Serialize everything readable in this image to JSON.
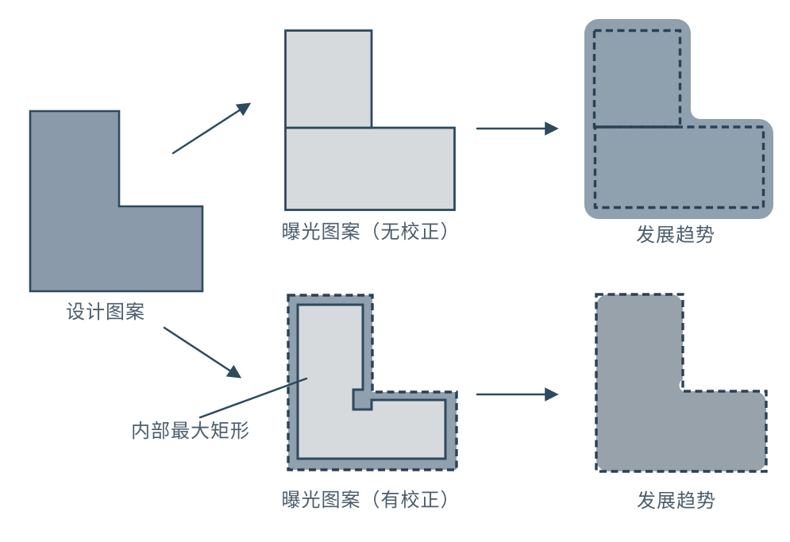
{
  "diagram": {
    "labels": {
      "design_pattern": "设计图案",
      "exposure_no_correction": "曝光图案（无校正）",
      "trend_top": "发展趋势",
      "inner_max_rectangle": "内部最大矩形",
      "exposure_with_correction": "曝光图案（有校正）",
      "trend_bottom": "发展趋势"
    },
    "colors": {
      "shape_fill": "#8b9aaa",
      "light_fill": "#d7dadd",
      "blob_fill": "#8fa0ae",
      "result_fill": "#97a2ab",
      "outline": "#2e4a5d",
      "dash": "#2b4154",
      "label_text": "#4c5d6c",
      "background": "#ffffff"
    }
  }
}
